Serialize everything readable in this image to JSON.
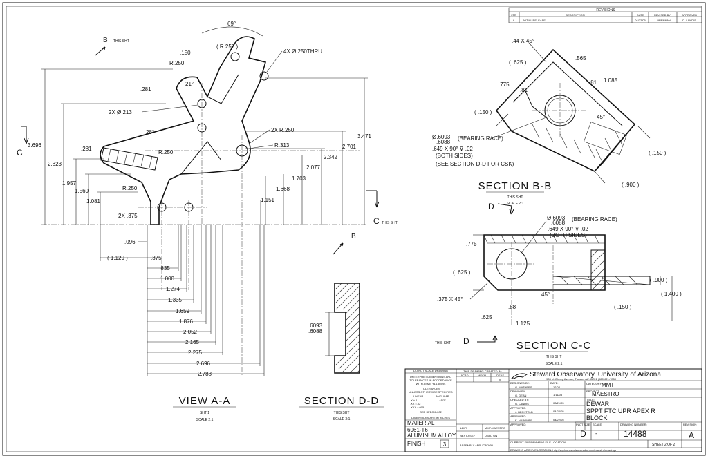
{
  "revisions": {
    "title": "REVISIONS",
    "headers": [
      "LTR",
      "DESCRIPTION",
      "DATE",
      "REVISED BY",
      "APPROVED"
    ],
    "row": [
      "A",
      "INITIAL RELEASE",
      "04/22/05",
      "J. BRENNAN",
      "D. LANDIS"
    ]
  },
  "view_aa": {
    "title": "VIEW A-A",
    "sheet": "SHT 1",
    "scale": "SCALE 2:1",
    "callouts": {
      "b_this_sht": "THIS SHT",
      "b_letter": "B",
      "c_letter": "C",
      "c_this_sht": "THIS SHT",
      "b_lower": "B",
      "angle_69": "69°",
      "r250_paren": "( R.250 )",
      "d150": ".150",
      "r250_top": "R.250",
      "holes_4x": "4X Ø.250THRU",
      "d281_top": ".281",
      "a21": "21°",
      "holes_2x": "2X Ø.213",
      "a28": "28°",
      "r250_2x": "2X R.250",
      "r313": "R.313",
      "r250_mid": "R.250",
      "d281_left": ".281",
      "r250_low": "R.250",
      "d375_2x": "2X .375",
      "d096": ".096",
      "d1129": "( 1.129 )",
      "d375": ".375"
    },
    "vertical_dims": [
      "3.696",
      "2.823",
      "1.957",
      "1.560",
      "1.081",
      "3.471",
      "2.701",
      "2.342",
      "2.077",
      "1.703",
      "1.668",
      "1.151"
    ],
    "horizontal_dims": [
      ".835",
      "1.000",
      "1.274",
      "1.335",
      "1.659",
      "1.876",
      "2.052",
      "2.165",
      "2.275",
      "2.696",
      "2.788"
    ]
  },
  "section_bb": {
    "title": "SECTION B-B",
    "sheet": "THIS SHT",
    "scale": "SCALE 2:1",
    "dims": {
      "chamfer": ".44 X 45°",
      "d625": "( .625 )",
      "d565": ".565",
      "d775": ".775",
      "d81a": ".81",
      "d81b": ".81",
      "d1085": "1.085",
      "a45": "45°",
      "d150l": "( .150 )",
      "d150r": "( .150 )",
      "d900": "( .900 )"
    },
    "notes": [
      "Ø.6093",
      ".6088",
      "(BEARING RACE)",
      ".649 X 90° ⊽ .02",
      "(BOTH SIDES)",
      "(SEE SECTION D-D FOR CSK)"
    ]
  },
  "section_cc": {
    "title": "SECTION C-C",
    "sheet": "THIS SHT",
    "scale": "SCALE 2:1",
    "d_letter": "D",
    "d_bottom_letter": "D",
    "d_bottom_label": "THIS SHT",
    "dims": {
      "d775": ".775",
      "d625": "( .625 )",
      "chamfer": ".375 X 45°",
      "d88": ".88",
      "a45": "45°",
      "d625b": ".625",
      "d1125": "1.125",
      "d150": "( .150 )",
      "d900": "( .900 )",
      "d1400": "( 1.400 )"
    },
    "notes": [
      "Ø.6093",
      ".6088",
      "(BEARING RACE)",
      ".649 X 90° ⊽ .02",
      "(BOTH SIDES)"
    ]
  },
  "section_dd": {
    "title": "SECTION D-D",
    "sheet": "THIS SHT",
    "scale": "SCALE 3:1",
    "dim_a": ".6093",
    "dim_b": ".6088"
  },
  "title_block": {
    "do_not_scale": "DO NOT SCALE DRAWING",
    "tolerances_text": [
      "UNTERPRET DIMENSIONS AND",
      "TOLERANCES IN ACCORDANCE",
      "WITH ASME Y14.5M-94"
    ],
    "tolerances_heading": "TOLERANCES",
    "unless_otherwise": "UNLESS OTHERWISE SPECIFIED",
    "linear": "LINEAR",
    "angular": "ANGULAR",
    "tol_rows": [
      ".X  ±.1",
      ".XX  ±.02",
      ".XXX  ±.005"
    ],
    "tol_angular": "±1/2°",
    "surface": "SEE SPEC Z-002",
    "dims_inches": "DIMENSIONS ARE IN INCHES",
    "material_label": "MATERIAL",
    "material": "6061-T6",
    "material2": "ALUMINUM ALLOY",
    "finish_label": "FINISH",
    "finish_num": "3",
    "created_in": "THIS DRAWING CREATED IN:",
    "cad_opts": [
      "ACAD",
      "MECH",
      "IDEAS"
    ],
    "cad_check": "X",
    "part_num": "14477",
    "assy": "MMT-MAESTRO",
    "next_assy": "NEXT ASSY",
    "used_on": "USED ON",
    "application": "ASSEMBLY APPLICATION",
    "designed_by_label": "DESIGNED BY:",
    "designed_by": "G. MATHERS",
    "date_label": "DATE:",
    "designed_date": "12/04",
    "drawn_by_label": "DRAWN BY:",
    "drawn_by": "G. DEAN",
    "drawn_date": "1/11/05",
    "checked_by_label": "CHECKED BY:",
    "checked_by": "G. LANDIS",
    "checked_date": "03/21/05",
    "approved1_label": "APPROVED:",
    "approved1": "J. BECHTOLD",
    "approved1_date": "04/22/05",
    "approved2_label": "APPROVED:",
    "approved2": "K. NAPOMER",
    "approved2_date": "04/22/05",
    "approved3_label": "APPROVED:",
    "org_name": "Steward Observatory, University of Arizona",
    "org_address": "933 N. Cherry Avenue, Tucson, AZ  85721   (520)621-7859",
    "category_label": "CATEGORY:",
    "category": "MMT",
    "project_label": "PROJECT:",
    "project": "MAESTRO",
    "title_label": "TITLE:",
    "title_lines": [
      "DEWAR",
      "SPPT FTC UPR APEX R",
      "BLOCK"
    ],
    "size_label": "PLOT SIZE:",
    "size": "D",
    "scale_label": "SCALE:",
    "scale": "-",
    "drawing_num_label": "DRAWING NUMBER:",
    "drawing_num": "14488",
    "revision_label": "REVISION:",
    "revision": "A",
    "sheet": "SHEET 2 OF 2",
    "file_location_label": "CURRENT FILE/DRAWING FILE LOCATION:",
    "file_location": "DRAWING ARCHIVE LOCATION: http://sophist.as.arizona.edu/mmt/maestro/drawings"
  }
}
